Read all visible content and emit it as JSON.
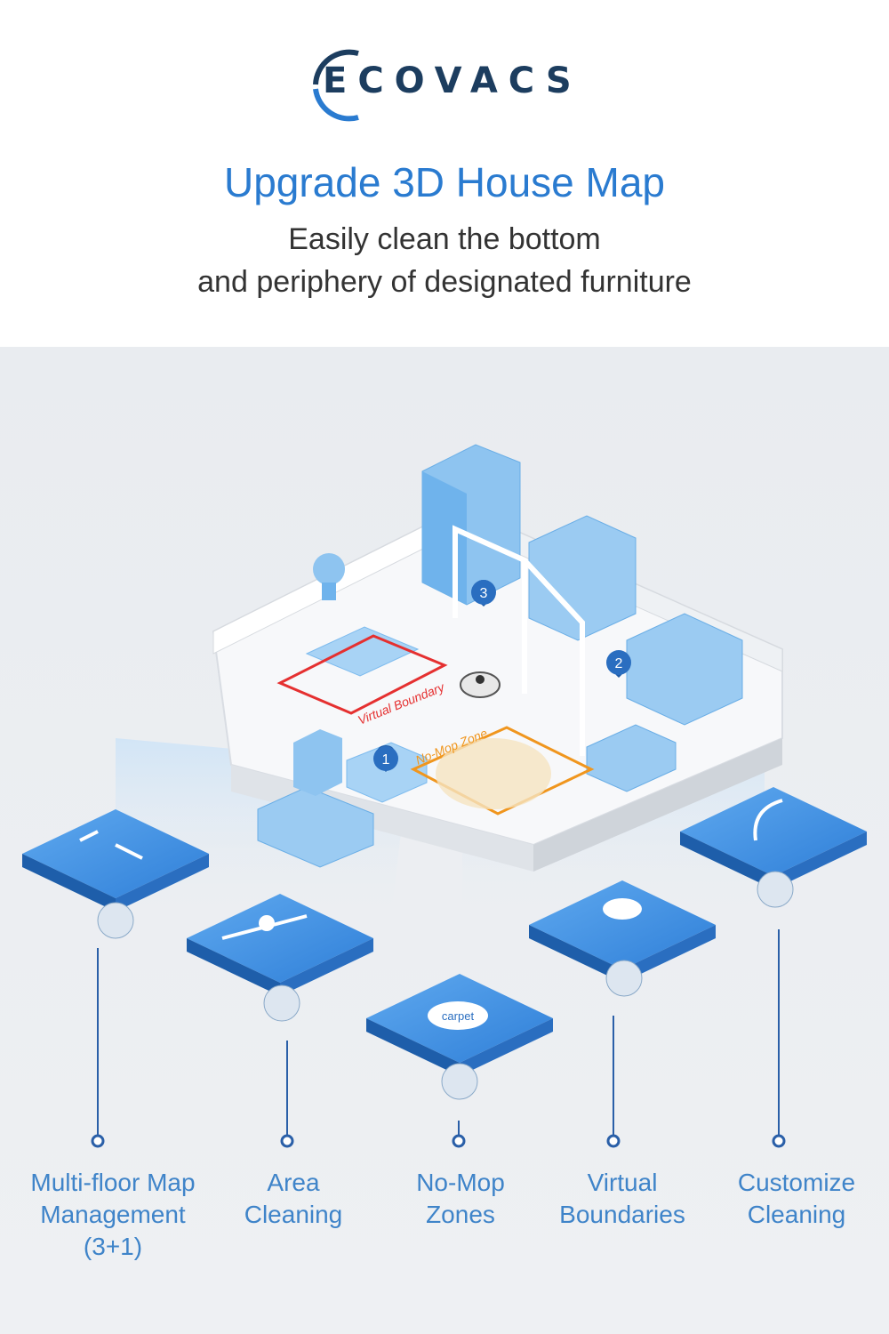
{
  "brand": {
    "name": "ECOVACS",
    "color": "#1c3d5f"
  },
  "headline": "Upgrade 3D House Map",
  "subtitle": {
    "line1": "Easily clean the bottom",
    "line2": "and periphery of designated furniture"
  },
  "map": {
    "pins": [
      "1",
      "2",
      "3"
    ],
    "virtual_boundary_label": "Virtual Boundary",
    "no_mop_zone_label": "No-Mop Zone",
    "carpet_label": "carpet",
    "colors": {
      "accent": "#2a7bd0",
      "furniture": "#8ec4f0",
      "boundary": "#e53030",
      "no_mop": "#f0961e"
    }
  },
  "features": [
    {
      "line1": "Multi-floor Map",
      "line2": "Management",
      "line3": "(3+1)",
      "icon": "multi-floor-map-icon"
    },
    {
      "line1": "Area",
      "line2": "Cleaning",
      "icon": "area-cleaning-icon"
    },
    {
      "line1": "No-Mop",
      "line2": "Zones",
      "icon": "carpet-icon"
    },
    {
      "line1": "Virtual",
      "line2": "Boundaries",
      "icon": "cloud-boundary-icon"
    },
    {
      "line1": "Customize",
      "line2": "Cleaning",
      "icon": "hand-gesture-icon"
    }
  ]
}
